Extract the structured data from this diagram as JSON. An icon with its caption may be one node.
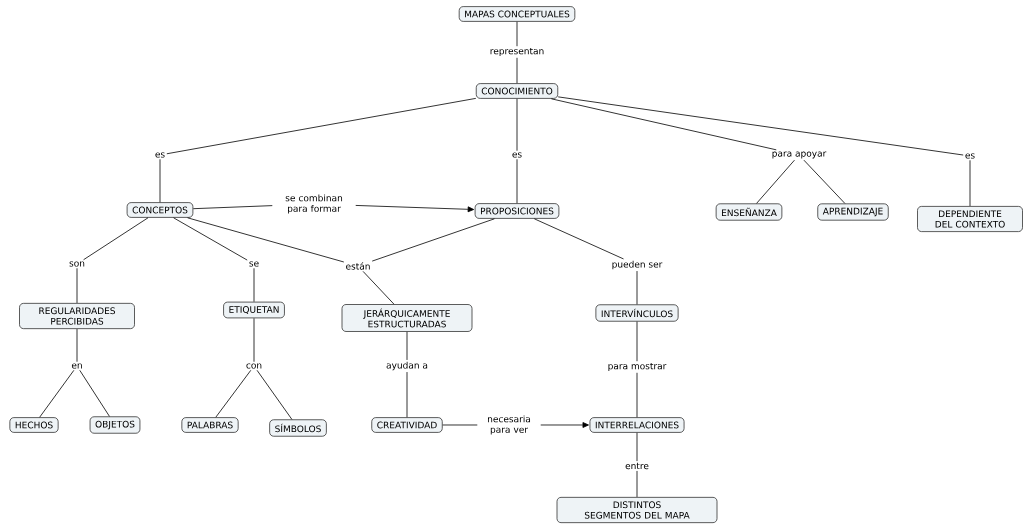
{
  "diagram": {
    "nodes": [
      {
        "text": [
          "MAPAS CONCEPTUALES"
        ]
      },
      {
        "text": [
          "representan"
        ]
      },
      {
        "text": [
          "CONOCIMIENTO"
        ]
      },
      {
        "text": [
          "es"
        ]
      },
      {
        "text": [
          "es"
        ]
      },
      {
        "text": [
          "para apoyar"
        ]
      },
      {
        "text": [
          "es"
        ]
      },
      {
        "text": [
          "CONCEPTOS"
        ]
      },
      {
        "text": [
          "se combinan para formar"
        ]
      },
      {
        "text": [
          "PROPOSICIONES"
        ]
      },
      {
        "text": [
          "ENSEÑANZA"
        ]
      },
      {
        "text": [
          "APRENDIZAJE"
        ]
      },
      {
        "text": [
          "DEPENDIENTE DEL CONTEXTO"
        ]
      },
      {
        "text": [
          "son"
        ]
      },
      {
        "text": [
          "se"
        ]
      },
      {
        "text": [
          "están"
        ]
      },
      {
        "text": [
          "pueden ser"
        ]
      },
      {
        "text": [
          "REGULARIDADES PERCIBIDAS"
        ]
      },
      {
        "text": [
          "ETIQUETAN"
        ]
      },
      {
        "text": [
          "JERÁRQUICAMENTE ESTRUCTURADAS"
        ]
      },
      {
        "text": [
          "INTERVÍNCULOS"
        ]
      },
      {
        "text": [
          "en"
        ]
      },
      {
        "text": [
          "con"
        ]
      },
      {
        "text": [
          "ayudan a"
        ]
      },
      {
        "text": [
          "para mostrar"
        ]
      },
      {
        "text": [
          "HECHOS"
        ]
      },
      {
        "text": [
          "OBJETOS"
        ]
      },
      {
        "text": [
          "PALABRAS"
        ]
      },
      {
        "text": [
          "SÍMBOLOS"
        ]
      },
      {
        "text": [
          "CREATIVIDAD"
        ]
      },
      {
        "text": [
          "necesaria para ver"
        ]
      },
      {
        "text": [
          "INTERRELACIONES"
        ]
      },
      {
        "text": [
          "entre"
        ]
      },
      {
        "text": [
          "DISTINTOS SEGMENTOS DEL MAPA"
        ]
      }
    ],
    "edges": [
      {
        "from": 0,
        "to": 1,
        "arrow": "none"
      },
      {
        "from": 1,
        "to": 2,
        "arrow": "none"
      },
      {
        "from": 2,
        "to": 3,
        "arrow": "none"
      },
      {
        "from": 3,
        "to": 7,
        "arrow": "none"
      },
      {
        "from": 2,
        "to": 4,
        "arrow": "none"
      },
      {
        "from": 4,
        "to": 9,
        "arrow": "none"
      },
      {
        "from": 2,
        "to": 5,
        "arrow": "none"
      },
      {
        "from": 5,
        "to": 10,
        "arrow": "none"
      },
      {
        "from": 5,
        "to": 11,
        "arrow": "none"
      },
      {
        "from": 2,
        "to": 6,
        "arrow": "none"
      },
      {
        "from": 6,
        "to": 12,
        "arrow": "none"
      },
      {
        "from": 7,
        "to": 8,
        "arrow": "none"
      },
      {
        "from": 8,
        "to": 9,
        "arrow": "to"
      },
      {
        "from": 7,
        "to": 13,
        "arrow": "none"
      },
      {
        "from": 13,
        "to": 17,
        "arrow": "none"
      },
      {
        "from": 7,
        "to": 14,
        "arrow": "none"
      },
      {
        "from": 14,
        "to": 18,
        "arrow": "none"
      },
      {
        "from": 7,
        "to": 15,
        "arrow": "none"
      },
      {
        "from": 9,
        "to": 15,
        "arrow": "none"
      },
      {
        "from": 15,
        "to": 19,
        "arrow": "none"
      },
      {
        "from": 9,
        "to": 16,
        "arrow": "none"
      },
      {
        "from": 16,
        "to": 20,
        "arrow": "none"
      },
      {
        "from": 17,
        "to": 21,
        "arrow": "none"
      },
      {
        "from": 21,
        "to": 25,
        "arrow": "none"
      },
      {
        "from": 21,
        "to": 26,
        "arrow": "none"
      },
      {
        "from": 18,
        "to": 22,
        "arrow": "none"
      },
      {
        "from": 22,
        "to": 27,
        "arrow": "none"
      },
      {
        "from": 22,
        "to": 28,
        "arrow": "none"
      },
      {
        "from": 19,
        "to": 23,
        "arrow": "none"
      },
      {
        "from": 23,
        "to": 29,
        "arrow": "none"
      },
      {
        "from": 29,
        "to": 30,
        "arrow": "none"
      },
      {
        "from": 30,
        "to": 31,
        "arrow": "to"
      },
      {
        "from": 20,
        "to": 24,
        "arrow": "none"
      },
      {
        "from": 24,
        "to": 31,
        "arrow": "none"
      },
      {
        "from": 31,
        "to": 32,
        "arrow": "none"
      },
      {
        "from": 32,
        "to": 33,
        "arrow": "none"
      }
    ]
  }
}
